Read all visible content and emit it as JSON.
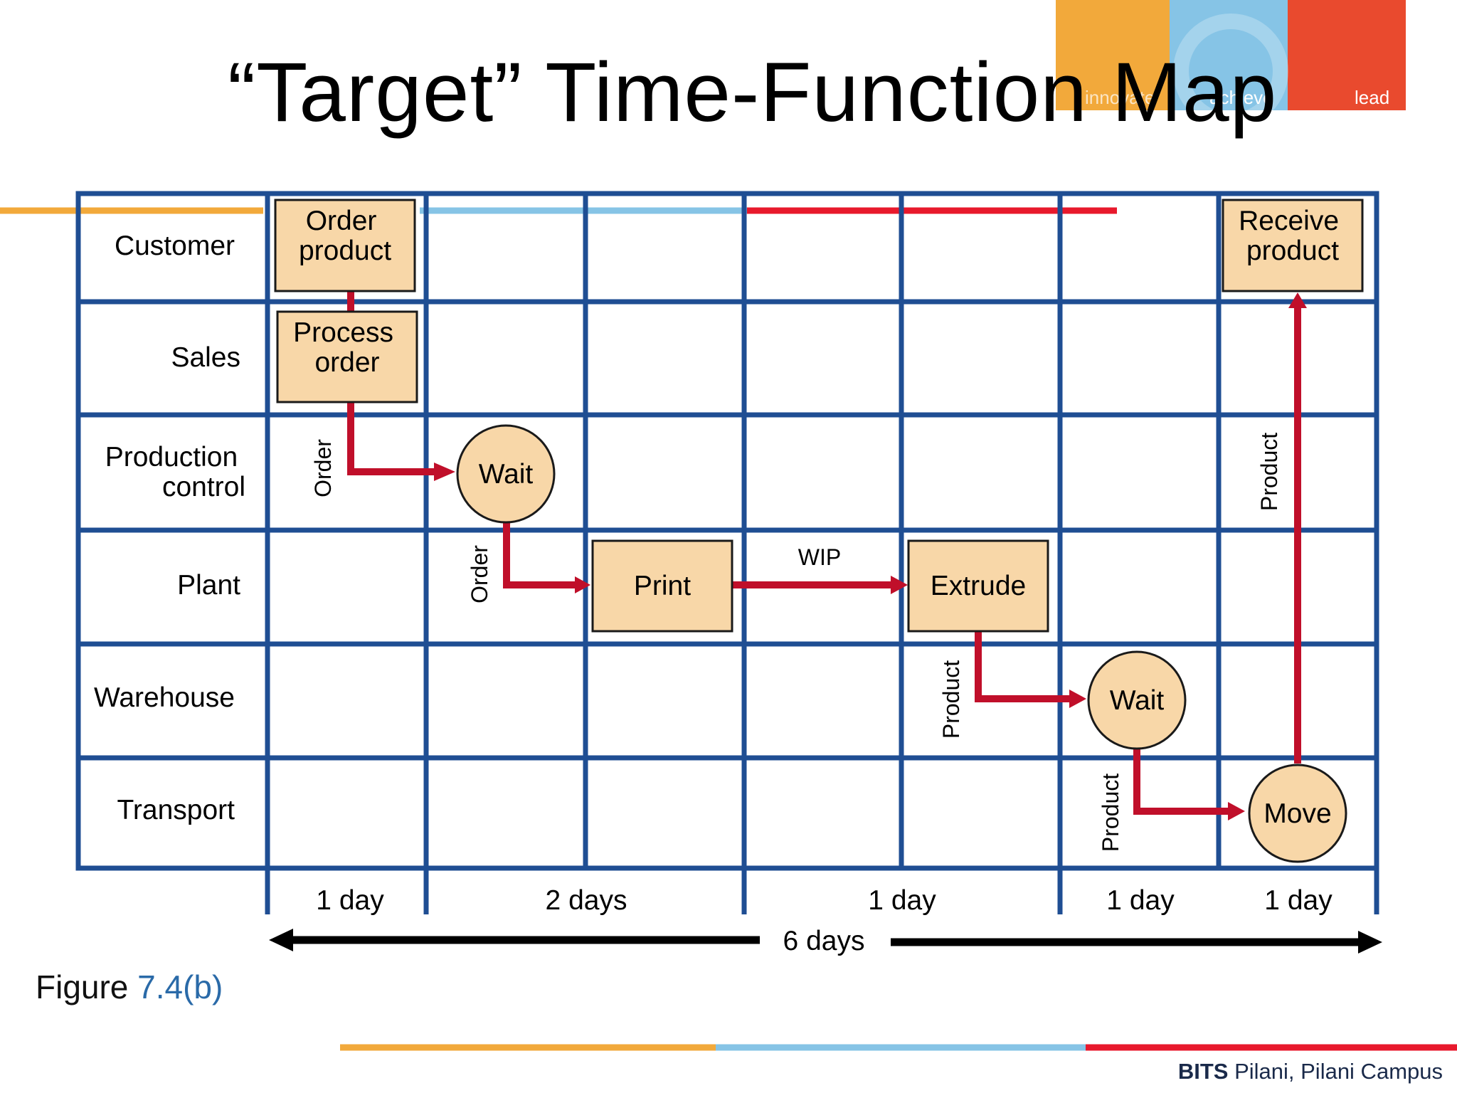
{
  "title": "“Target” Time-Function Map",
  "brand": {
    "words": [
      "innovate",
      "achieve",
      "lead"
    ],
    "colors": [
      "#F2A93B",
      "#86C4E6",
      "#E94A2E"
    ]
  },
  "colors": {
    "grid": "#1F4E93",
    "box_fill": "#F8D7A8",
    "arrow": "#C00F2A",
    "accent_orange": "#F2A93B",
    "accent_blue": "#86C4E6",
    "accent_red": "#E8192C"
  },
  "rows": [
    "Customer",
    "Sales",
    "Production control",
    "Plant",
    "Warehouse",
    "Transport"
  ],
  "nodes": {
    "order_product": "Order product",
    "process_order": "Process order",
    "wait_pc": "Wait",
    "print": "Print",
    "extrude": "Extrude",
    "wait_wh": "Wait",
    "move": "Move",
    "receive_product": "Receive product"
  },
  "flow_labels": {
    "order_1": "Order",
    "order_2": "Order",
    "wip": "WIP",
    "product_1": "Product",
    "product_2": "Product",
    "product_3": "Product"
  },
  "durations": [
    "1 day",
    "2 days",
    "1 day",
    "1 day",
    "1 day"
  ],
  "total": "6 days",
  "figure": {
    "prefix": "Figure",
    "number": "7.4(b)"
  },
  "footer": {
    "bold": "BITS",
    "rest": " Pilani, Pilani Campus"
  }
}
